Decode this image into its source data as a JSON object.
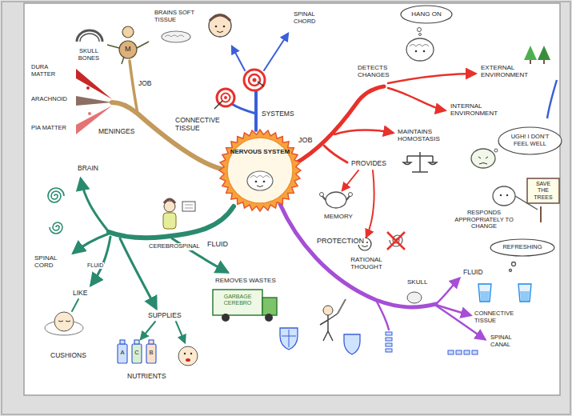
{
  "diagram": {
    "nodes": [
      {
        "text": [
          "NERVOUS SYSTEM"
        ]
      },
      {
        "text": [
          "HANG ON"
        ]
      },
      {
        "text": [
          "UGH! I DON'T FEEL WELL"
        ]
      },
      {
        "text": [
          "SAVE THE TREES"
        ]
      },
      {
        "text": [
          "REFRESHING"
        ]
      }
    ],
    "labels": [
      "SKULL BONES",
      "M",
      "BRAINS SOFT TISSUE",
      "JOB",
      "MENINGES",
      "DURA MATTER",
      "ARACHNOID",
      "PIA MATTER",
      "CONNECTIVE TISSUE",
      "SYSTEMS",
      "SPINAL CHORD",
      "JOB",
      "DETECTS CHANGES",
      "EXTERNAL ENVIRONMENT",
      "INTERNAL ENVIRONMENT",
      "PROVIDES",
      "MAINTAINS HOMOSTASIS",
      "MEMORY",
      "RATIONAL THOUGHT",
      "RESPONDS APPROPRIATELY TO CHANGE",
      "BRAIN",
      "SPINAL CORD",
      "CEREBROSPINAL",
      "FLUID",
      "FLUID",
      "LIKE",
      "CUSHIONS",
      "SUPPLIES",
      "A",
      "C",
      "B",
      "NUTRIENTS",
      "REMOVES WASTES",
      "GARBAGE CEREBRO",
      "PROTECTION",
      "SKULL",
      "FLUID",
      "CONNECTIVE TISSUE",
      "SPINAL CANAL"
    ]
  }
}
